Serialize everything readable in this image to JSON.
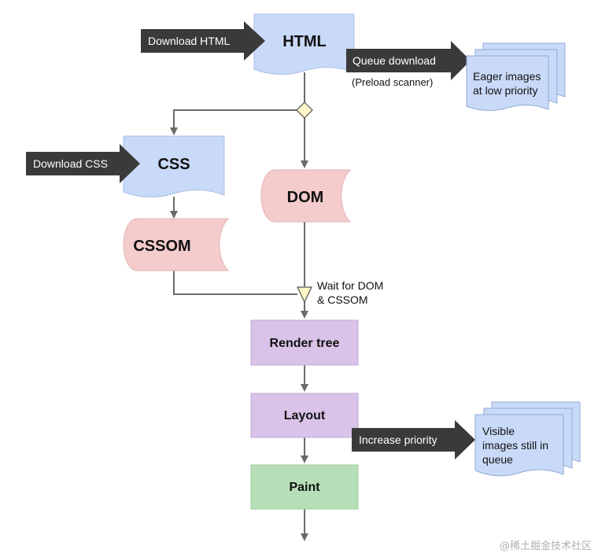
{
  "colors": {
    "doc_fill": "#c9daf8",
    "store_fill": "#f4cccc",
    "step_purple": "#d9c3e9",
    "step_green": "#b7dfb7",
    "arrow_dark": "#3a3a3a",
    "line": "#6a6a6a",
    "diamond_fill": "#fdf6c8"
  },
  "arrows": {
    "download_html": "Download HTML",
    "download_css": "Download CSS",
    "queue_download": "Queue download",
    "increase_priority": "Increase priority"
  },
  "docs": {
    "html": "HTML",
    "css": "CSS"
  },
  "stores": {
    "dom": "DOM",
    "cssom": "CSSOM"
  },
  "stacks": {
    "eager": [
      "Eager images",
      "at low priority"
    ],
    "visible": [
      "Visible",
      "images still in",
      "queue"
    ]
  },
  "notes": {
    "preload_scanner": "(Preload scanner)",
    "wait_line1": "Wait for DOM",
    "wait_line2": "& CSSOM"
  },
  "steps": {
    "render_tree": "Render tree",
    "layout": "Layout",
    "paint": "Paint"
  },
  "watermark": "@稀土掘金技术社区"
}
